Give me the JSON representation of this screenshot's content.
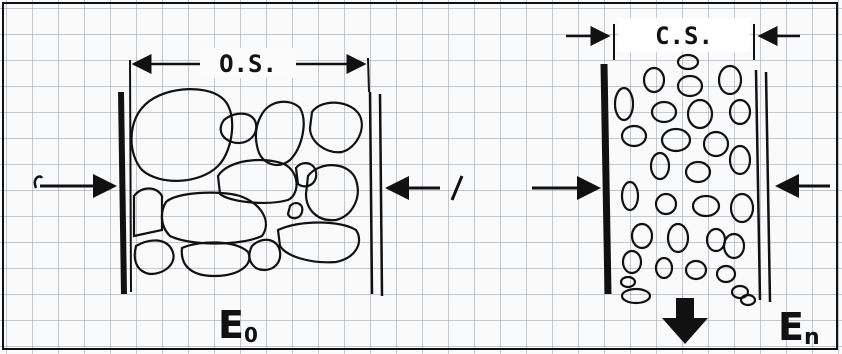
{
  "labels": {
    "open_setting": "O.S.",
    "closed_setting": "C.S.",
    "e_zero_main": "E",
    "e_zero_sub": "0",
    "e_n_main": "E",
    "e_n_sub": "n"
  }
}
